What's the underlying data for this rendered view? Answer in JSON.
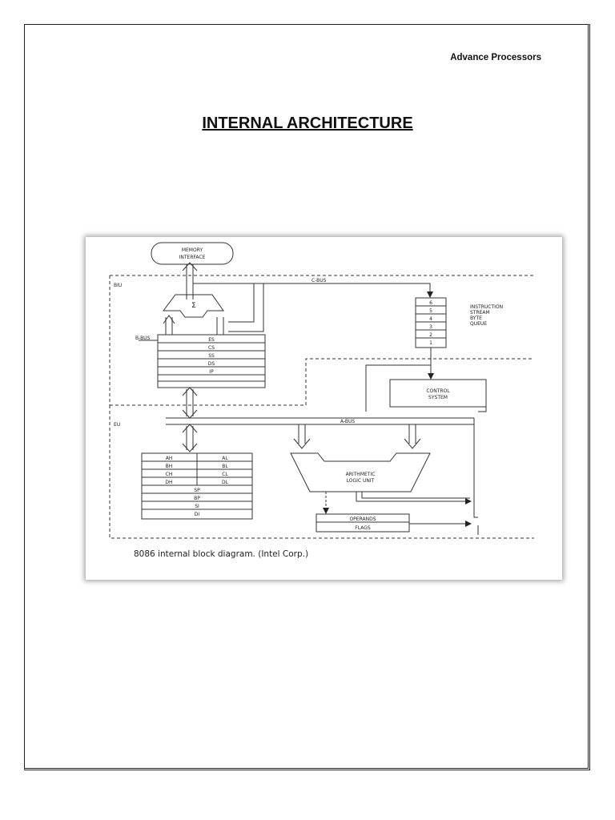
{
  "header": {
    "running_title": "Advance Processors"
  },
  "page_title": "INTERNAL ARCHITECTURE",
  "diagram": {
    "memory_interface": [
      "MEMORY",
      "INTERFACE"
    ],
    "biu_label": "BIU",
    "eu_label": "EU",
    "c_bus": "C-BUS",
    "b_bus": "B-BUS",
    "a_bus": "A-BUS",
    "adder": "Σ",
    "segment_registers": [
      "ES",
      "CS",
      "SS",
      "DS",
      "IP"
    ],
    "queue_slots": [
      "6",
      "5",
      "4",
      "3",
      "2",
      "1"
    ],
    "queue_label": [
      "INSTRUCTION",
      "STREAM",
      "BYTE",
      "QUEUE"
    ],
    "control_system": [
      "CONTROL",
      "SYSTEM"
    ],
    "general_registers": [
      {
        "high": "AH",
        "low": "AL"
      },
      {
        "high": "BH",
        "low": "BL"
      },
      {
        "high": "CH",
        "low": "CL"
      },
      {
        "high": "DH",
        "low": "DL"
      }
    ],
    "pointer_registers": [
      "SP",
      "BP",
      "SI",
      "DI"
    ],
    "alu": [
      "ARITHMETIC",
      "LOGIC UNIT"
    ],
    "operands": "OPERANDS",
    "flags": "FLAGS",
    "caption": "8086 internal block diagram. (Intel Corp.)"
  }
}
